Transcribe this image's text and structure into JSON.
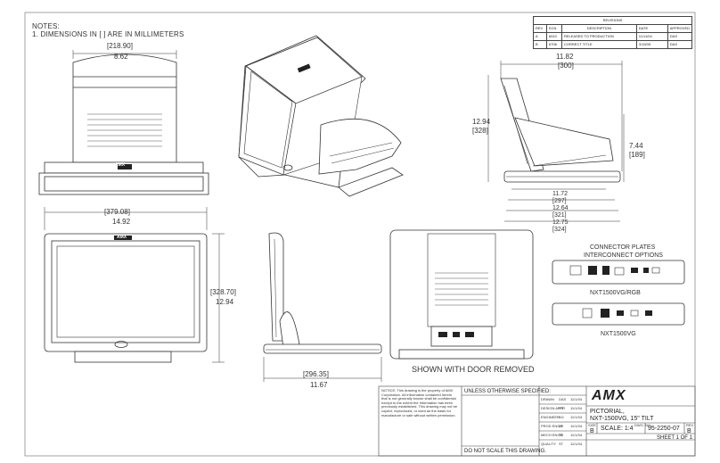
{
  "notes": {
    "heading": "NOTES:",
    "line1": "1. DIMENSIONS IN [ ] ARE IN MILLIMETERS"
  },
  "revisions": {
    "title": "REVISIONS",
    "columns": [
      "REV",
      "ECN",
      "DESCRIPTION",
      "DATE",
      "APPROVED"
    ],
    "rows": [
      [
        "A",
        "6510",
        "RELEASED TO PRODUCTION",
        "11/11/04",
        "DAS"
      ],
      [
        "B",
        "6706",
        "CORRECT TITLE",
        "3/15/05",
        "DAS"
      ]
    ]
  },
  "dimensions": {
    "top_depth_mm": "[218.90]",
    "top_depth_in": "8.62",
    "width_mm": "[379.08]",
    "width_in": "14.92",
    "height_mm": "[328.70]",
    "height_in": "12.94",
    "side_depth_mm": "[296.35]",
    "side_depth_in": "11.67",
    "tilt_depth_in": "11.82",
    "tilt_depth_mm": "[300]",
    "tilt_height_in": "12.94",
    "tilt_height_mm": "[328]",
    "tilt_low_in": "7.44",
    "tilt_low_mm": "[189]",
    "base_a_in": "11.72",
    "base_a_mm": "[297]",
    "base_b_in": "12.64",
    "base_b_mm": "[321]",
    "base_c_in": "12.75",
    "base_c_mm": "[324]"
  },
  "labels": {
    "door_removed": "SHOWN WITH DOOR REMOVED",
    "connector_title_1": "CONNECTOR PLATES",
    "connector_title_2": "INTERCONNECT OPTIONS",
    "plate1": "NXT1500VG/RGB",
    "plate2": "NXT1500VG",
    "logo_small": "AMX"
  },
  "title_block": {
    "notice": "NOTICE: This drawing is the property of AMX Corporation. All information contained herein that is not generally known shall be confidential except to the extent the information has been previously established. This drawing may not be copied, reproduced, or used as the basis for manufacture or sale without written permission.",
    "unless": "UNLESS OTHERWISE SPECIFIED:",
    "do_not_scale": "DO NOT SCALE THIS DRAWING.",
    "logo": "AMX",
    "title_line1": "PICTORIAL,",
    "title_line2": "NXT-1500VG, 15\" TILT",
    "size_label": "SIZE",
    "size": "B",
    "scale": "SCALE: 1:4",
    "dwg_label": "DWG. NO.",
    "dwg_no": "95-2250-07",
    "rev_label": "REV",
    "rev": "B",
    "sheet": "SHEET 1 OF 1",
    "approvals": [
      [
        "DRAWN",
        "DAS",
        "11/1/04"
      ],
      [
        "DESIGN APPR",
        "RT",
        "11/1/04"
      ],
      [
        "ENGINEER",
        "AG",
        "11/1/04"
      ],
      [
        "PROD ENGR",
        "LR",
        "11/1/04"
      ],
      [
        "MECH ENGR",
        "TS",
        "11/1/04"
      ],
      [
        "QUALITY",
        "ST",
        "11/1/04"
      ]
    ]
  }
}
